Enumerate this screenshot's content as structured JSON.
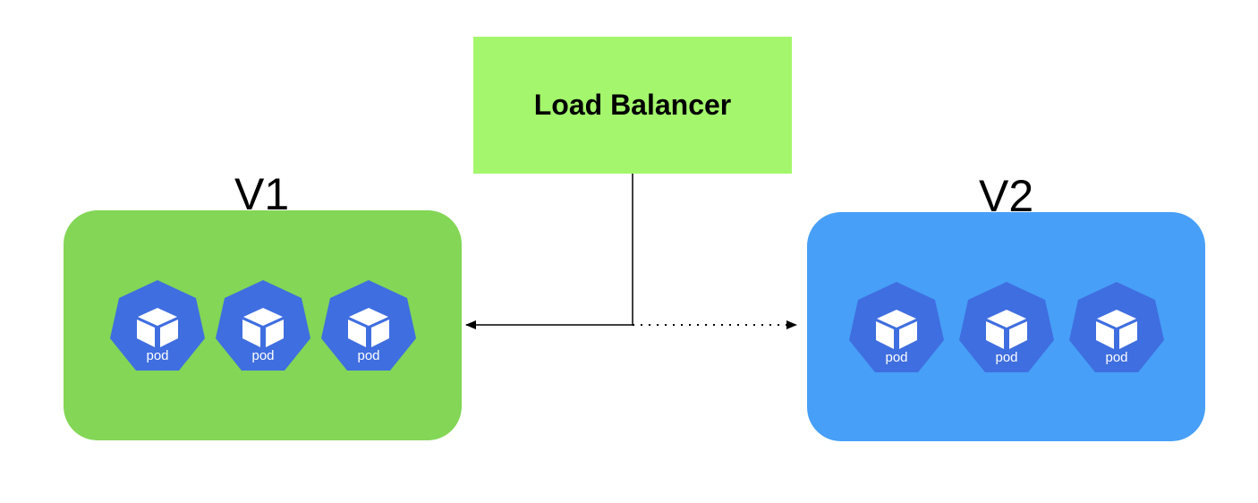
{
  "load_balancer": {
    "label": "Load Balancer",
    "color": "#a4f76c"
  },
  "versions": [
    {
      "label": "V1",
      "color": "#83d656",
      "pods": [
        "pod",
        "pod",
        "pod"
      ],
      "traffic": "solid"
    },
    {
      "label": "V2",
      "color": "#479ff7",
      "pods": [
        "pod",
        "pod",
        "pod"
      ],
      "traffic": "dotted"
    }
  ],
  "pod_color": "#3f6ee0",
  "pod_icon": "cube-icon"
}
